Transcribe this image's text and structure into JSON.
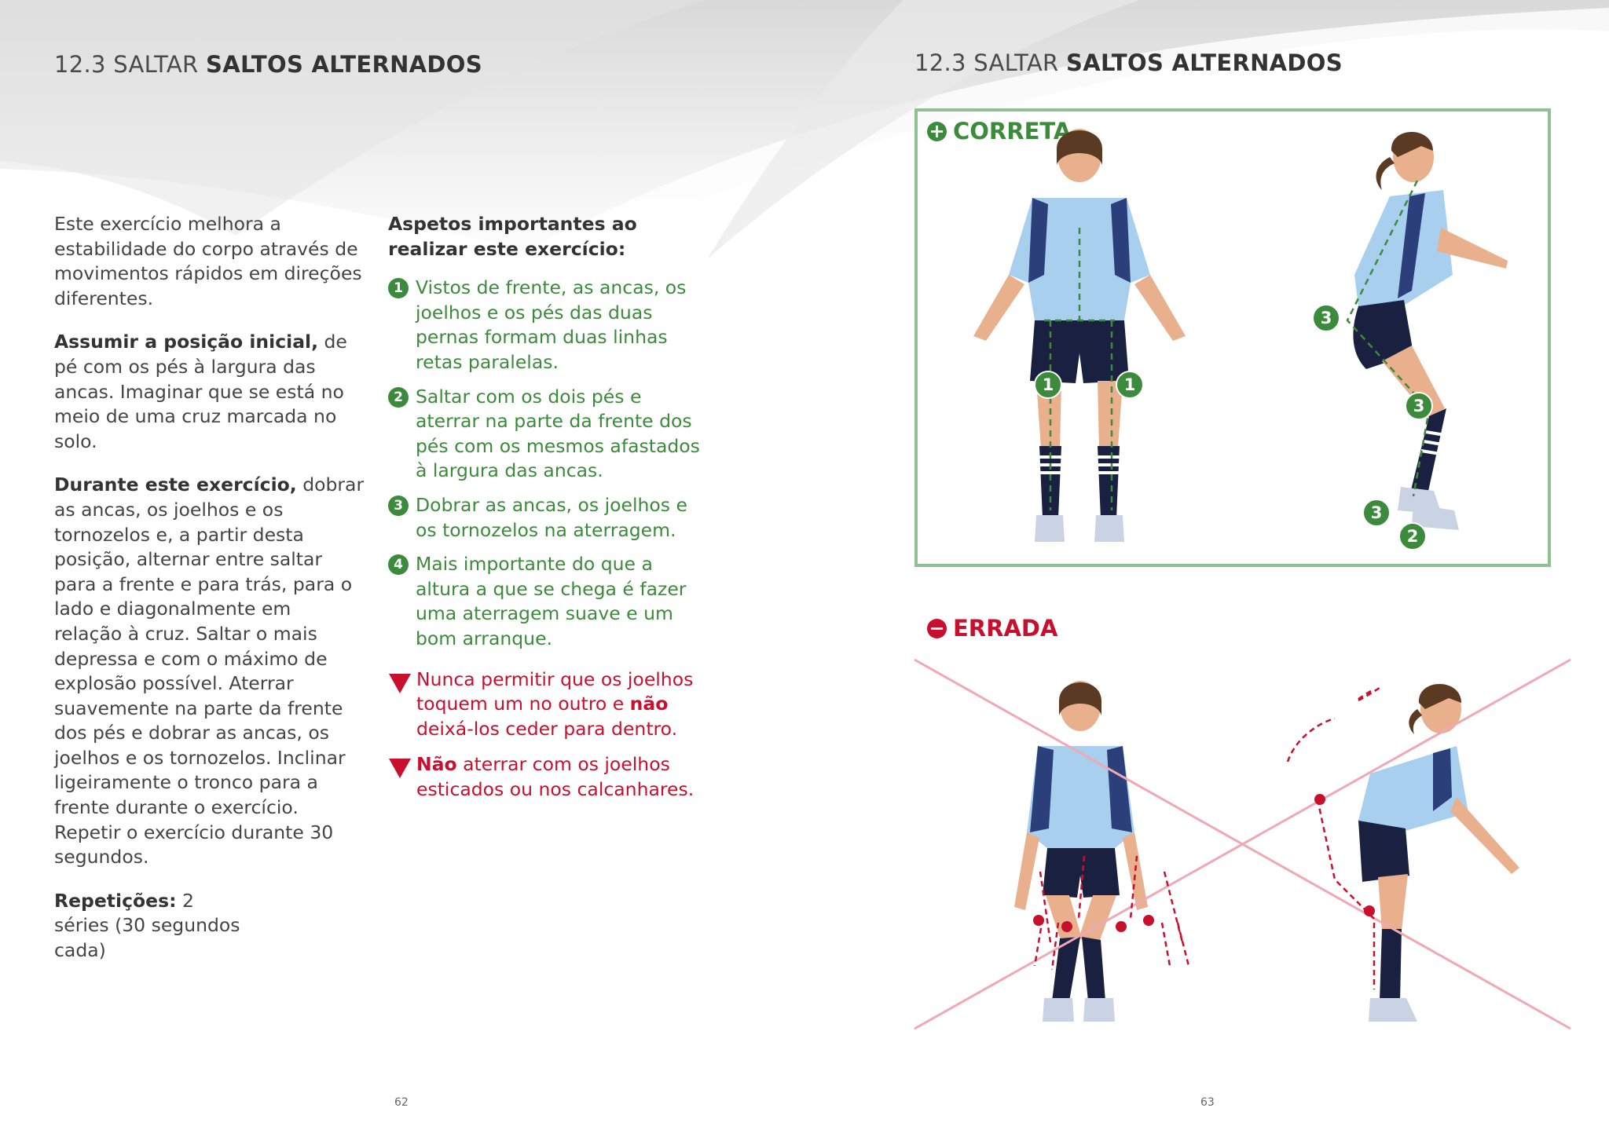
{
  "left_page": {
    "heading_light": "12.3 SALTAR ",
    "heading_bold": "SALTOS ALTERNADOS",
    "intro": "Este exercício melhora a estabilidade do corpo através de movimentos rápidos em direções diferentes.",
    "start_bold": "Assumir a posição inicial,",
    "start_text": " de pé com os pés à largura das ancas. Imaginar que se está no meio de uma cruz marcada no solo.",
    "during_bold": "Durante este exercício,",
    "during_text": " dobrar as ancas, os joelhos e os tornozelos e, a partir desta posição, alternar entre saltar para a frente e para trás, para o lado e diagonalmente em relação à cruz. Saltar o mais depressa e com o máximo de explosão possível. Aterrar suavemente na parte da frente dos pés e dobrar as ancas, os joelhos e os tornozelos. Inclinar ligeiramente o tronco para a frente durante o exercício. Repetir o exercício durante 30 segundos.",
    "reps_bold": "Repetições:",
    "reps_text": " 2 séries (30 segundos cada)",
    "aspects_title": "Aspetos importantes ao realizar este exercício:",
    "steps": [
      {
        "num": "1",
        "text": "Vistos de frente, as ancas, os joelhos e os pés das duas pernas formam duas linhas retas paralelas."
      },
      {
        "num": "2",
        "text": "Saltar com os dois pés e aterrar na parte da frente dos pés com os mesmos afastados à largura das ancas."
      },
      {
        "num": "3",
        "text": "Dobrar as ancas, os joelhos e os tornozelos na aterragem."
      },
      {
        "num": "4",
        "text": "Mais importante do que a altura a que se chega é fazer uma aterragem suave e um bom arranque."
      }
    ],
    "warn1_a": "Nunca permitir que os joelhos toquem um no outro e ",
    "warn1_bold": "não",
    "warn1_b": " deixá-los ceder para dentro.",
    "warn2_bold": "Não",
    "warn2_text": " aterrar com os joelhos esticados ou nos calcanhares.",
    "page_number": "62"
  },
  "right_page": {
    "heading_light": "12.3 SALTAR ",
    "heading_bold": "SALTOS ALTERNADOS",
    "correct_icon": "+",
    "correct_label": "CORRETA",
    "wrong_icon": "−",
    "wrong_label": "ERRADA",
    "markers": {
      "m1": "1",
      "m2": "2",
      "m3": "3"
    },
    "page_number": "63"
  },
  "colors": {
    "green": "#3c8a3c",
    "red": "#c8102e",
    "shirt": "#a8cfee",
    "shorts": "#1a2140"
  }
}
